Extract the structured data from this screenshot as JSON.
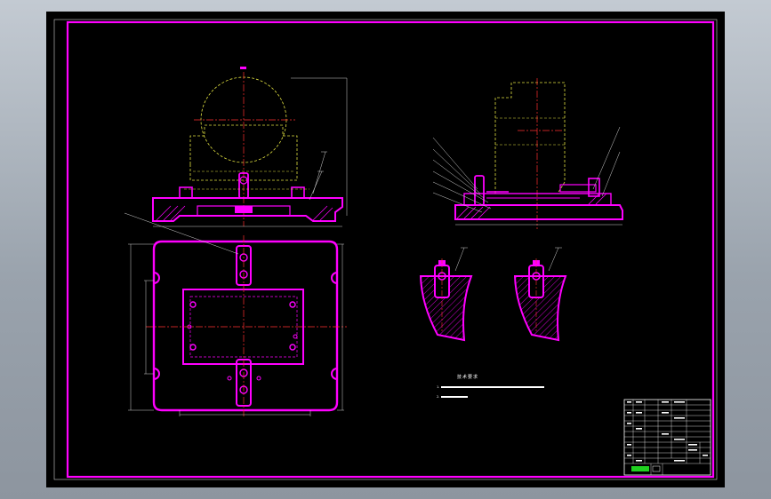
{
  "colors": {
    "background": "#000000",
    "frame": "#ff00ff",
    "part_outline": "#ff00ff",
    "hidden_part": "#e0e040",
    "center_line": "#ff3030",
    "dimension": "#ffffff",
    "workspace": "#b0b8c0"
  },
  "technical_requirements": {
    "heading": "技术要求",
    "lines": [
      "1.",
      "2."
    ]
  },
  "views": {
    "front": "front-view",
    "side": "side-view",
    "plan": "plan-view",
    "detail_a": "detail-a",
    "detail_b": "detail-b"
  }
}
